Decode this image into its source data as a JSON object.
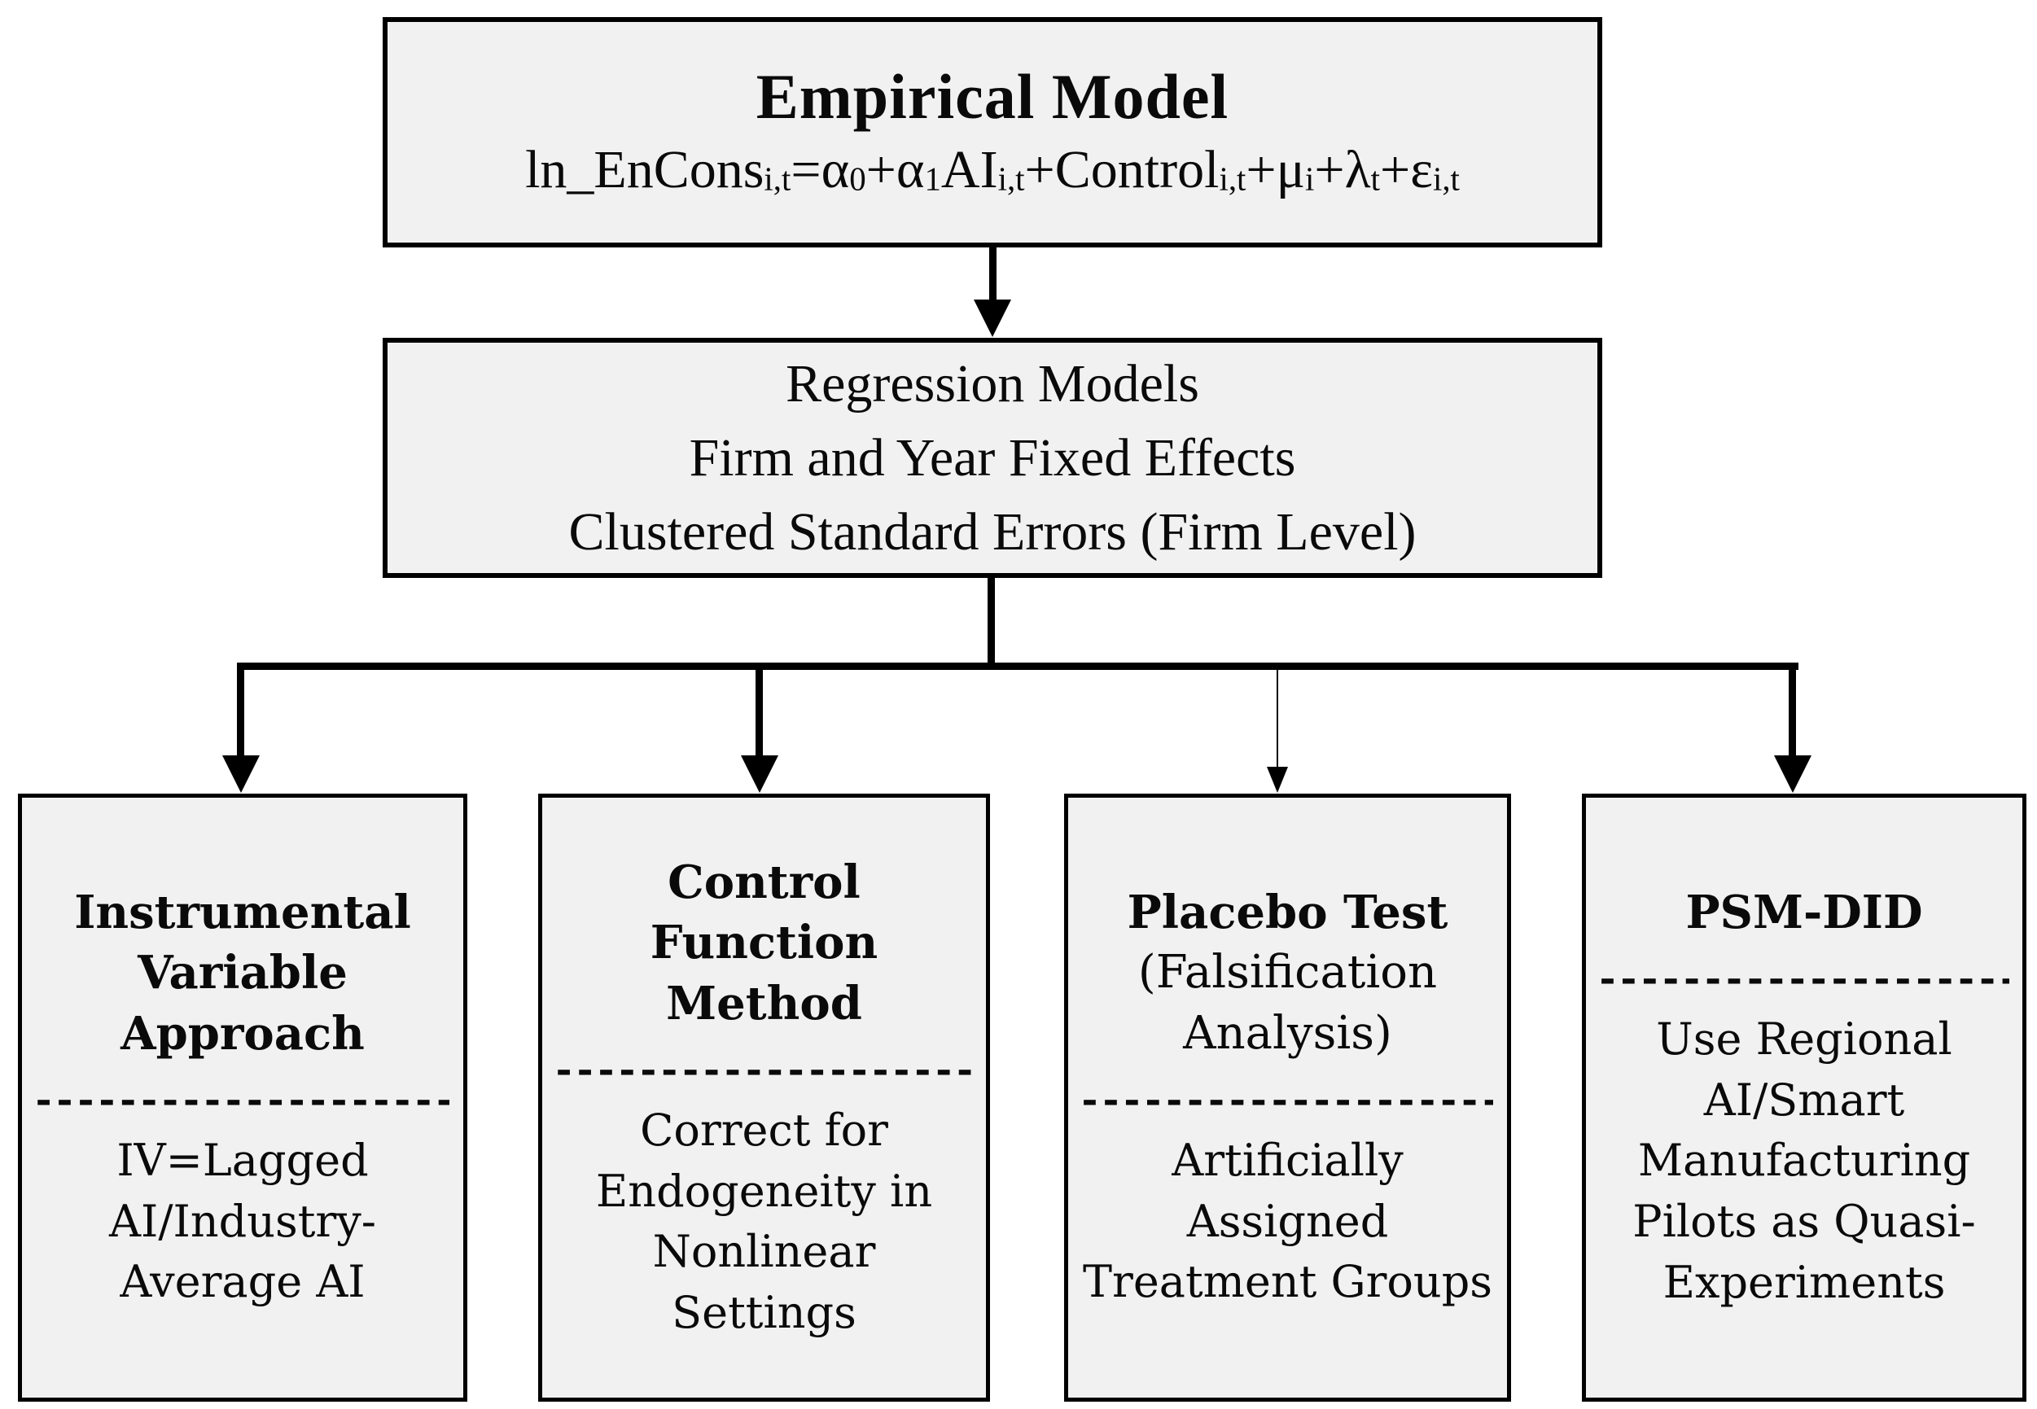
{
  "top_box": {
    "title": "Empirical Model",
    "equation": [
      {
        "base": "ln_EnCons",
        "sub": "i,t"
      },
      {
        "base": "=α",
        "sub": "0"
      },
      {
        "base": "+α",
        "sub": "1"
      },
      {
        "base": "AI",
        "sub": "i,t"
      },
      {
        "base": "+Control",
        "sub": "i,t"
      },
      {
        "base": "+μ",
        "sub": "i"
      },
      {
        "base": "+λ",
        "sub": "t"
      },
      {
        "base": "+ε",
        "sub": "i,t"
      }
    ]
  },
  "regression_box": {
    "lines": [
      "Regression Models",
      "Firm and Year Fixed Effects",
      "Clustered Standard Errors (Firm Level)"
    ]
  },
  "branches": [
    {
      "title_lines": [
        "Instrumental",
        "Variable",
        "Approach"
      ],
      "separator": "--------------------",
      "body_lines": [
        "IV=Lagged",
        "AI/Industry-",
        "Average AI"
      ]
    },
    {
      "title_lines": [
        "Control",
        "Function",
        "Method"
      ],
      "separator": "--------------------",
      "body_lines": [
        "Correct for",
        "Endogeneity in",
        "Nonlinear",
        "Settings"
      ]
    },
    {
      "title_lines": [
        "Placebo Test"
      ],
      "subtitle_lines": [
        "(Falsification",
        "Analysis)"
      ],
      "separator": "--------------------",
      "body_lines": [
        "Artificially",
        "Assigned",
        "Treatment Groups"
      ]
    },
    {
      "title_lines": [
        "PSM-DID"
      ],
      "separator": "--------------------",
      "body_lines": [
        "Use Regional",
        "AI/Smart",
        "Manufacturing",
        "Pilots as Quasi-",
        "Experiments"
      ]
    }
  ],
  "colors": {
    "box_fill": "#f1f1f1",
    "border": "#000000",
    "background": "#ffffff"
  }
}
